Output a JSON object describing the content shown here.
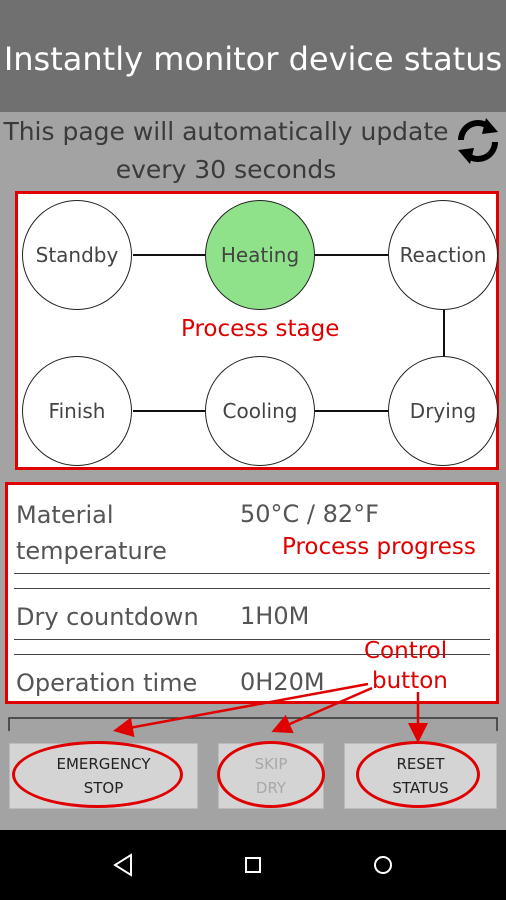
{
  "app": {
    "title": "Instantly monitor device status"
  },
  "notice": {
    "line1": "This page will automatically update",
    "line2": "every 30 seconds"
  },
  "stages": {
    "standby": "Standby",
    "heating": "Heating",
    "reaction": "Reaction",
    "finish": "Finish",
    "cooling": "Cooling",
    "drying": "Drying",
    "active": "Heating"
  },
  "annotations": {
    "process_stage": "Process stage",
    "process_progress": "Process progress",
    "control_line1": "Control",
    "control_line2": "button"
  },
  "progress": {
    "material_temperature": {
      "label": "Material\ntemperature",
      "value": "50°C / 82°F"
    },
    "dry_countdown": {
      "label": "Dry countdown",
      "value": "1H0M"
    },
    "operation_time": {
      "label": "Operation time",
      "value": "0H20M"
    }
  },
  "buttons": {
    "emergency_stop": "EMERGENCY\nSTOP",
    "skip_dry": "SKIP\nDRY",
    "reset_status": "RESET\nSTATUS"
  },
  "colors": {
    "accent_red": "#e00000",
    "active_stage": "#8fe28a",
    "titlebar": "#707070",
    "background": "#a3a3a3"
  },
  "icons": {
    "refresh": "refresh-icon",
    "back": "back-icon",
    "home": "home-icon",
    "recents": "recents-icon"
  }
}
